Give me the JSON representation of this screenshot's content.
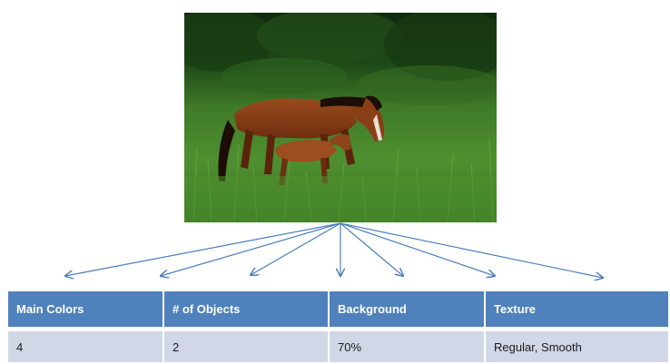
{
  "colors": {
    "arrow": "#4a7ebb",
    "header_bg": "#4f81bd",
    "row_bg": "#d0d8e8"
  },
  "photo": {
    "subject": "horse-with-foal-in-grass"
  },
  "table": {
    "headers": [
      "Main Colors",
      "# of Objects",
      "Background",
      "Texture"
    ],
    "values": [
      "4",
      "2",
      "70%",
      "Regular, Smooth"
    ]
  }
}
